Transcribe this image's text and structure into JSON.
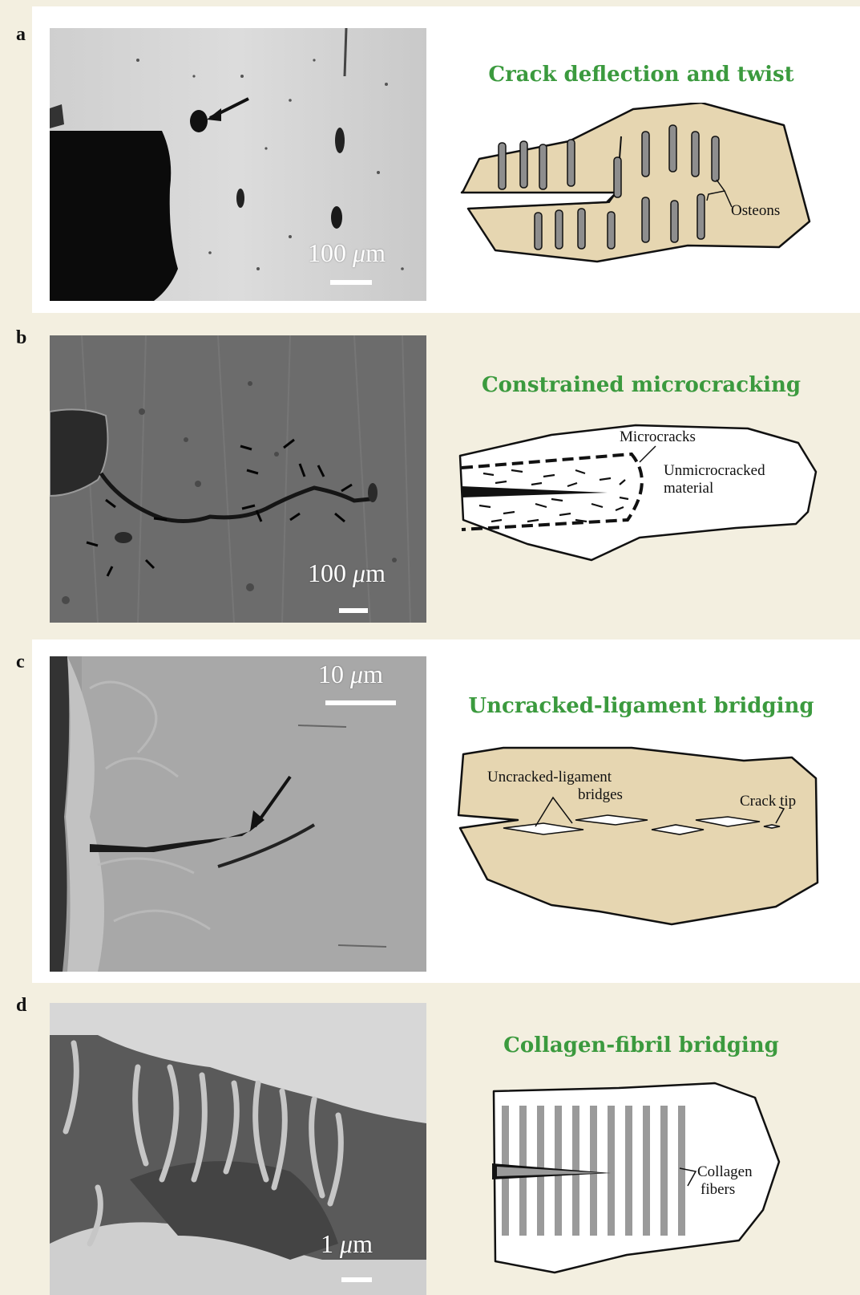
{
  "panels": [
    {
      "letter": "a",
      "title": "Crack deflection and twist",
      "scale_value": "100",
      "scale_unit": "μ",
      "scale_suffix": "m",
      "labels": {
        "osteons": "Osteons"
      }
    },
    {
      "letter": "b",
      "title": "Constrained microcracking",
      "scale_value": "100",
      "scale_unit": "μ",
      "scale_suffix": "m",
      "labels": {
        "microcracks": "Microcracks",
        "unmicro_1": "Unmicrocracked",
        "unmicro_2": "material"
      }
    },
    {
      "letter": "c",
      "title": "Uncracked-ligament bridging",
      "scale_value": "10",
      "scale_unit": "μ",
      "scale_suffix": "m",
      "labels": {
        "bridges_1": "Uncracked-ligament",
        "bridges_2": "bridges",
        "crack_tip": "Crack tip"
      }
    },
    {
      "letter": "d",
      "title": "Collagen-fibril bridging",
      "scale_value": "1",
      "scale_unit": "μ",
      "scale_suffix": "m",
      "labels": {
        "collagen_1": "Collagen",
        "collagen_2": "fibers"
      }
    }
  ],
  "colors": {
    "title": "#3b9a3e",
    "bone_fill": "#e6d6b1",
    "cream_bg": "#f3efe0"
  }
}
